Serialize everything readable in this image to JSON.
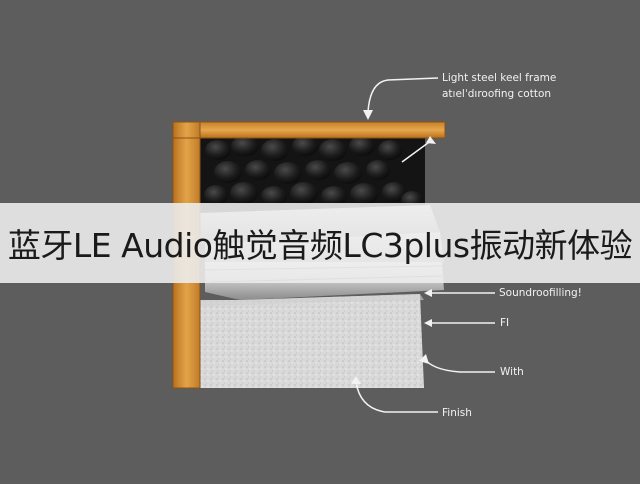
{
  "diagram": {
    "labels": {
      "frame_line1": "Light steel keel frame",
      "frame_line2": "atıelˈdıroofing cotton",
      "sound_filling": "Soundroofilling!",
      "fi": "FI",
      "with": "With",
      "finish": "Finish"
    }
  },
  "banner": {
    "text": "蓝牙LE Audio触觉音频LC3plus振动新体验"
  }
}
